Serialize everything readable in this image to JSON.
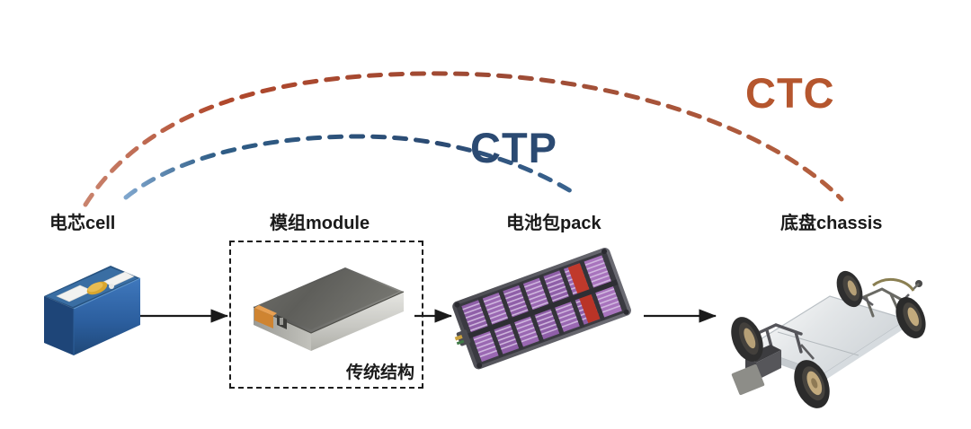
{
  "diagram": {
    "background_color": "#ffffff",
    "arcs": [
      {
        "name": "CTC",
        "label": "CTC",
        "color": "#b5562e",
        "stroke_color": "#b5562e",
        "from_stage": "cell",
        "to_stage": "chassis",
        "style": "dashed"
      },
      {
        "name": "CTP",
        "label": "CTP",
        "color": "#2b4a72",
        "stroke_color": "#2b4a72",
        "from_stage": "cell",
        "to_stage": "pack",
        "style": "dashed"
      }
    ],
    "stages": [
      {
        "id": "cell",
        "label": "电芯cell",
        "artwork": "prismatic-battery-cell"
      },
      {
        "id": "module",
        "label": "模组module",
        "artwork": "battery-module-box"
      },
      {
        "id": "pack",
        "label": "电池包pack",
        "artwork": "battery-pack-tray"
      },
      {
        "id": "chassis",
        "label": "底盘chassis",
        "artwork": "skateboard-chassis"
      }
    ],
    "module_box": {
      "caption": "传统结构",
      "border_style": "dashed",
      "border_color": "#1c1c1c"
    },
    "arrows": [
      {
        "name": "arrow-cell-to-module",
        "from": "cell",
        "to": "module",
        "color": "#1a1a1a"
      },
      {
        "name": "arrow-module-to-pack",
        "from": "module",
        "to": "pack",
        "color": "#1a1a1a"
      },
      {
        "name": "arrow-pack-to-chassis",
        "from": "pack",
        "to": "chassis",
        "color": "#1a1a1a"
      }
    ],
    "colors": {
      "cell_body": "#2f64a8",
      "pack_cells": "#a86fb8",
      "pack_accent": "#c0392b",
      "module_body": "#c9c9c9",
      "module_top": "#4a4a4a",
      "module_connector": "#d18437"
    }
  }
}
